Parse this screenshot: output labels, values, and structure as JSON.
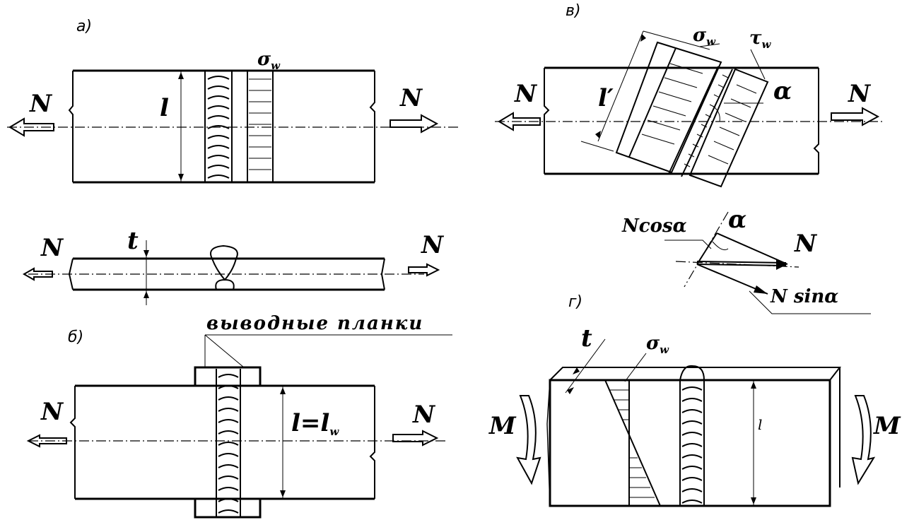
{
  "panels": {
    "a": {
      "caption": "а)",
      "force_left": "N",
      "force_right": "N",
      "length": "l",
      "stress": "σ",
      "stress_sub": "w"
    },
    "a_side": {
      "force_left": "N",
      "force_right": "N",
      "thickness": "t"
    },
    "b": {
      "caption": "б)",
      "note": "выводные планки",
      "force_left": "N",
      "force_right": "N",
      "length": "l=l",
      "length_sub": "w"
    },
    "v": {
      "caption": "в)",
      "force_left": "N",
      "force_right": "N",
      "length": "l′",
      "stress": "σ",
      "stress_sub": "w",
      "shear": "τ",
      "shear_sub": "w",
      "angle": "α"
    },
    "vector": {
      "cos_label": "Ncosα",
      "angle": "α",
      "force": "N",
      "sin_label": "N sinα"
    },
    "g": {
      "caption": "г)",
      "moment_left": "M",
      "moment_right": "M",
      "thickness": "t",
      "stress": "σ",
      "stress_sub": "w",
      "length": "l"
    }
  }
}
